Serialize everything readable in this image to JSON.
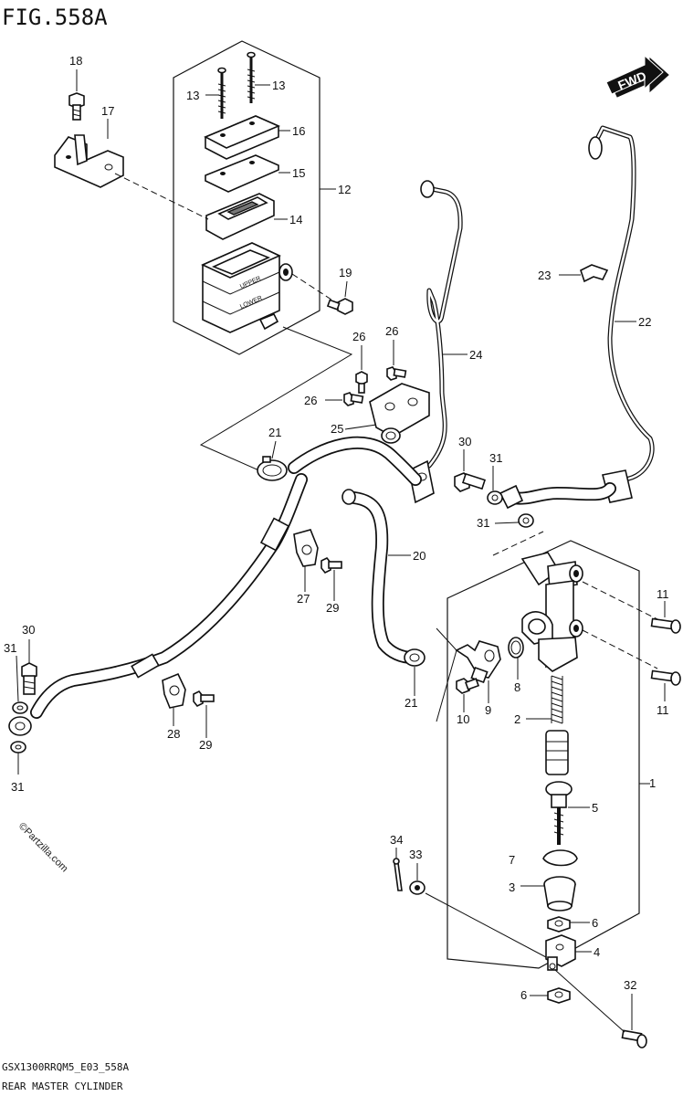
{
  "figure": {
    "title": "FIG.558A",
    "footer_code": "GSX1300RRQM5_E03_558A",
    "caption": "REAR MASTER CYLINDER",
    "fwd_label": "FWD",
    "watermark": "©Partzilla.com"
  },
  "callouts": {
    "c1": "1",
    "c2": "2",
    "c3": "3",
    "c4": "4",
    "c5": "5",
    "c6a": "6",
    "c6b": "6",
    "c7": "7",
    "c8": "8",
    "c9": "9",
    "c10": "10",
    "c11a": "11",
    "c11b": "11",
    "c12": "12",
    "c13a": "13",
    "c13b": "13",
    "c14": "14",
    "c15": "15",
    "c16": "16",
    "c17": "17",
    "c18": "18",
    "c19": "19",
    "c20": "20",
    "c21a": "21",
    "c21b": "21",
    "c22": "22",
    "c23": "23",
    "c24": "24",
    "c25": "25",
    "c26a": "26",
    "c26b": "26",
    "c26c": "26",
    "c27": "27",
    "c28": "28",
    "c29a": "29",
    "c29b": "29",
    "c30a": "30",
    "c30b": "30",
    "c31a": "31",
    "c31b": "31",
    "c31c": "31",
    "c31d": "31",
    "c32": "32",
    "c33": "33",
    "c34": "34"
  }
}
